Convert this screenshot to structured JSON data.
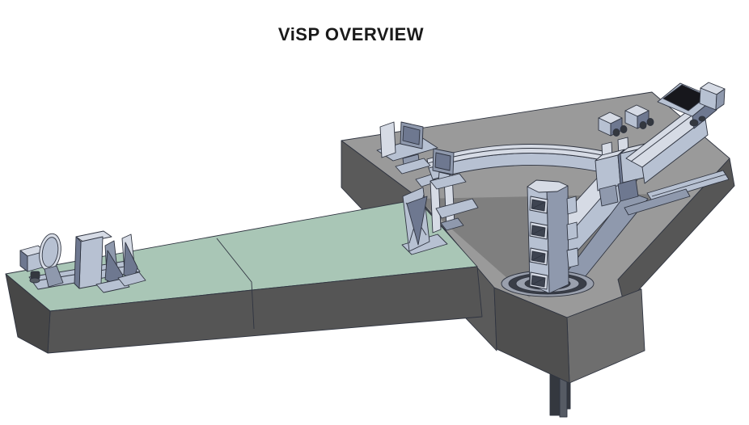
{
  "title": "ViSP OVERVIEW",
  "figure": {
    "type": "3d-cad-rendering",
    "description": "Isometric CAD overview of the ViSP instrument: a long optical bench feeds a triangular spectrograph platform carrying fold mirrors, a curved camera rail, three camera arms and a rotating four-camera tower on a circular stage.",
    "components": {
      "optical_bench": "optical bench",
      "polarimetry_package": "polarimetry optics package",
      "slit_assembly": "slit / fold-mirror assembly",
      "fold_mirror_1": "fold mirror mount",
      "fold_mirror_2": "fold mirror mount",
      "camera_rail": "curved camera rail",
      "rail_cluster": "rail-end optics cluster",
      "grating_housing": "grating / spectrograph housing",
      "alignment_cubes": "alignment cube pair",
      "side_rails": "side rails",
      "camera_arms": "camera arm beams",
      "camera_tower": "rotating camera tower",
      "rotation_stage": "rotation stage",
      "spectrograph_platform": "spectrograph platform",
      "pedestal": "platform pedestal",
      "support_shaft": "support shaft"
    },
    "colors": {
      "background": "#ffffff",
      "title_color": "#1a1a1a",
      "outline": "#2f3440",
      "bench_top": "#a9c6b6",
      "bench_front": "#555555",
      "bench_left": "#474747",
      "platform_top": "#9a9a9a",
      "platform_shadow": "#7f7f7f",
      "platform_right": "#565656",
      "platform_left": "#5a5a5a",
      "pedestal_right": "#6e6e6e",
      "pedestal_left": "#4f4f4f",
      "steel_light": "#d6dbe5",
      "steel_mid": "#b7c1d2",
      "steel_dark": "#8f99ad",
      "steel_deep": "#6e7890",
      "dark_opening": "#17171c",
      "window_dark": "#3e4451",
      "stage_light": "#9aa0ad",
      "stage_dark": "#3a3e47",
      "shaft_dark": "#34383f",
      "shaft_light": "#565b64"
    }
  }
}
